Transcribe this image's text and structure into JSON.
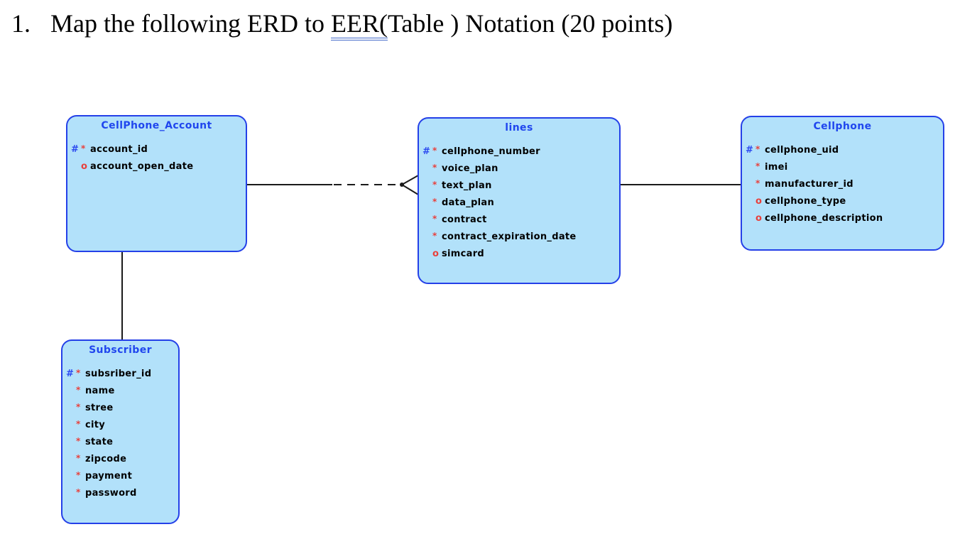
{
  "heading": {
    "number": "1.",
    "before": "Map the following ERD to ",
    "underlined": "EER(",
    "after": "Table ) Notation (20 points)"
  },
  "diagram": {
    "colors": {
      "entity_fill": "#B2E1FA",
      "entity_border": "#2440E8",
      "title_text": "#2046EE",
      "id_marker_color": "#2B49F0",
      "required_marker_color": "#E8403C",
      "optional_marker_color": "#E8403C",
      "attribute_text": "#000000",
      "connector": "#1a1a1a",
      "heading_underline": "#4169C8"
    },
    "marker_legend": {
      "id": "#",
      "required": "*",
      "optional": "o"
    },
    "entities": [
      {
        "title": "CellPhone_Account",
        "attributes": [
          {
            "m1": "#",
            "m2": "*",
            "name": "account_id"
          },
          {
            "m1": "",
            "m2": "o",
            "name": "account_open_date"
          }
        ]
      },
      {
        "title": "lines",
        "attributes": [
          {
            "m1": "#",
            "m2": "*",
            "name": "cellphone_number"
          },
          {
            "m1": "",
            "m2": "*",
            "name": "voice_plan"
          },
          {
            "m1": "",
            "m2": "*",
            "name": "text_plan"
          },
          {
            "m1": "",
            "m2": "*",
            "name": "data_plan"
          },
          {
            "m1": "",
            "m2": "*",
            "name": "contract"
          },
          {
            "m1": "",
            "m2": "*",
            "name": "contract_expiration_date"
          },
          {
            "m1": "",
            "m2": "o",
            "name": "simcard"
          }
        ]
      },
      {
        "title": "Cellphone",
        "attributes": [
          {
            "m1": "#",
            "m2": "*",
            "name": "cellphone_uid"
          },
          {
            "m1": "",
            "m2": "*",
            "name": "imei"
          },
          {
            "m1": "",
            "m2": "*",
            "name": "manufacturer_id"
          },
          {
            "m1": "",
            "m2": "o",
            "name": "cellphone_type"
          },
          {
            "m1": "",
            "m2": "o",
            "name": "cellphone_description"
          }
        ]
      },
      {
        "title": "Subscriber",
        "attributes": [
          {
            "m1": "#",
            "m2": "*",
            "name": "subsriber_id"
          },
          {
            "m1": "",
            "m2": "*",
            "name": "name"
          },
          {
            "m1": "",
            "m2": "*",
            "name": "stree"
          },
          {
            "m1": "",
            "m2": "*",
            "name": "city"
          },
          {
            "m1": "",
            "m2": "*",
            "name": "state"
          },
          {
            "m1": "",
            "m2": "*",
            "name": "zipcode"
          },
          {
            "m1": "",
            "m2": "*",
            "name": "payment"
          },
          {
            "m1": "",
            "m2": "*",
            "name": "password"
          }
        ]
      }
    ],
    "relationships": [
      {
        "from": "CellPhone_Account",
        "to": "lines",
        "line": "solid-then-dashed",
        "crow_foot_at": "lines"
      },
      {
        "from": "lines",
        "to": "Cellphone",
        "line": "solid"
      },
      {
        "from": "CellPhone_Account",
        "to": "Subscriber",
        "line": "solid"
      }
    ]
  }
}
